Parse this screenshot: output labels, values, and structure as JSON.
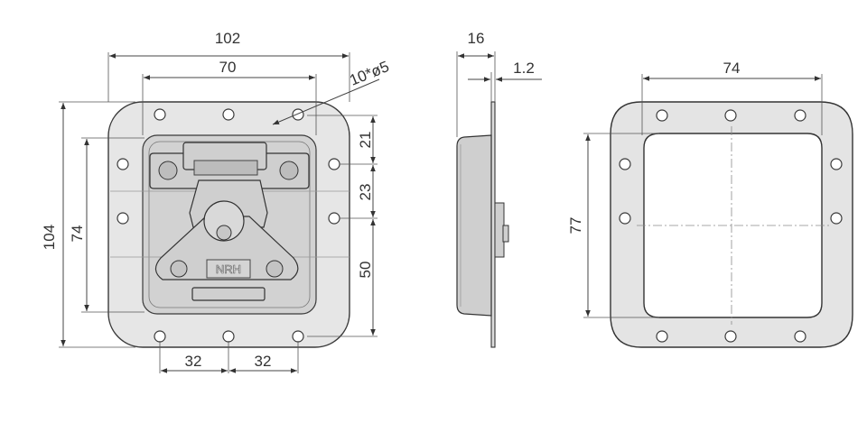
{
  "front_view": {
    "dims": {
      "overall_width": "102",
      "dish_width": "70",
      "holes": "10*ø5",
      "overall_height": "104",
      "dish_height": "74",
      "top_offset": "21",
      "mid_offset": "23",
      "lower_offset": "50",
      "pitch_left": "32",
      "pitch_right": "32"
    },
    "logo": "NRH"
  },
  "side_view": {
    "dims": {
      "depth": "16",
      "thickness": "1.2"
    }
  },
  "rear_view": {
    "dims": {
      "cutout_width": "74",
      "cutout_height": "77"
    }
  }
}
